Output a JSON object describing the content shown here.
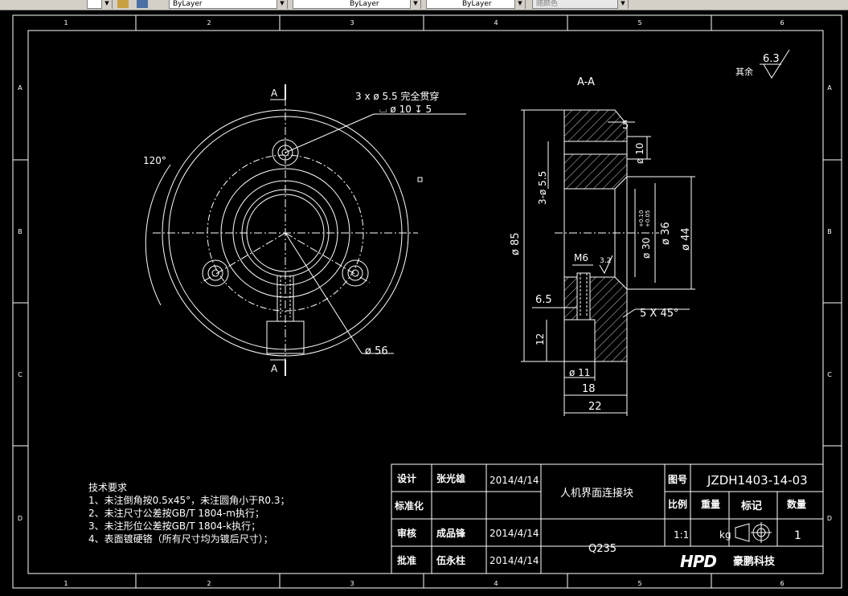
{
  "toolbar": {
    "color_combo": "ByLayer",
    "linetype_combo": "ByLayer",
    "lineweight_combo": "ByLayer",
    "plotstyle_combo": "随颜色"
  },
  "zones": {
    "columns": [
      "1",
      "2",
      "3",
      "4",
      "5",
      "6"
    ],
    "rows": [
      "A",
      "B",
      "C",
      "D"
    ]
  },
  "front_view": {
    "hole_callout_line1": "3 x ø 5.5 完全贯穿",
    "hole_callout_line2": "⌴ ø 10 ↧ 5",
    "angle": "120°",
    "section_mark": "A",
    "diameter_56": "ø 56"
  },
  "section_view": {
    "title": "A-A",
    "dim_5": "5",
    "dim_phi10": "ø 10",
    "dim_3phi55": "3-ø 5.5",
    "dim_phi85": "ø 85",
    "dim_phi30": "ø 30",
    "dim_phi30_tol_upper": "+0.10",
    "dim_phi30_tol_lower": "+0.05",
    "dim_phi36": "ø 36",
    "dim_phi44": "ø 44",
    "dim_m6": "M6",
    "roughness_3_2": "3.2",
    "dim_6_5": "6.5",
    "chamfer": "5 X 45°",
    "dim_12": "12",
    "dim_phi11": "ø 11",
    "dim_18": "18",
    "dim_22": "22"
  },
  "roughness_note": {
    "label": "其余",
    "value": "6.3"
  },
  "tech_notes": {
    "title": "技术要求",
    "lines": [
      "1、未注倒角按0.5x45°，未注圆角小于R0.3；",
      "2、未注尺寸公差按GB/T 1804-m执行；",
      "3、未注形位公差按GB/T 1804-k执行；",
      "4、表面镀硬铬（所有尺寸均为镀后尺寸）；"
    ]
  },
  "title_block": {
    "design_label": "设计",
    "designer": "张光雄",
    "design_date": "2014/4/14",
    "standard_label": "标准化",
    "review_label": "审核",
    "reviewer": "成品锋",
    "review_date": "2014/4/14",
    "approve_label": "批准",
    "approver": "伍永柱",
    "approve_date": "2014/4/14",
    "part_name": "人机界面连接块",
    "material": "Q235",
    "drawing_no_label": "图号",
    "drawing_no": "JZDH1403-14-03",
    "scale_label": "比例",
    "weight_label": "重量",
    "mark_label": "标记",
    "qty_label": "数量",
    "scale": "1:1",
    "weight_unit": "kg",
    "qty": "1",
    "logo_text": "HPD",
    "company": "豪鹏科技"
  }
}
